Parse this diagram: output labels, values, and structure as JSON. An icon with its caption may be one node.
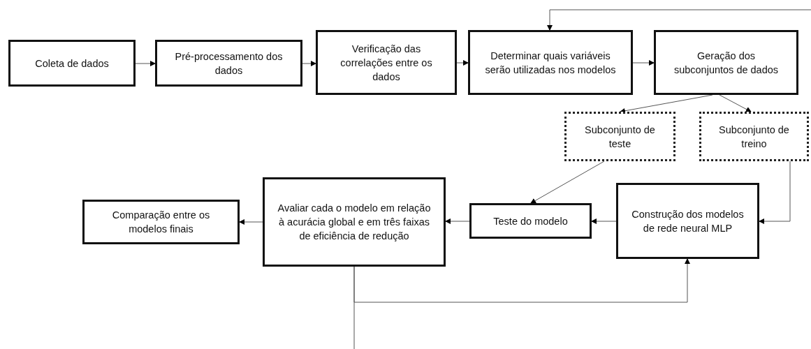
{
  "diagram": {
    "nodes": [
      {
        "text": [
          "Coleta de dados"
        ]
      },
      {
        "text": [
          "Pré-processamento dos dados"
        ]
      },
      {
        "text": [
          "Verificação das correlações entre os dados"
        ]
      },
      {
        "text": [
          "Determinar quais variáveis serão utilizadas nos modelos"
        ]
      },
      {
        "text": [
          "Geração dos subconjuntos de dados"
        ]
      },
      {
        "text": [
          "Subconjunto de teste"
        ]
      },
      {
        "text": [
          "Subconjunto de treino"
        ]
      },
      {
        "text": [
          "Construção dos modelos de rede neural MLP"
        ]
      },
      {
        "text": [
          "Teste do modelo"
        ]
      },
      {
        "text": [
          "Avaliar cada o modelo em relação à acurácia global e em três faixas de eficiência de redução"
        ]
      },
      {
        "text": [
          "Comparação entre os modelos finais"
        ]
      }
    ],
    "edges": [
      {
        "from": 0,
        "to": 1,
        "arrow": "to"
      },
      {
        "from": 1,
        "to": 2,
        "arrow": "to"
      },
      {
        "from": 2,
        "to": 3,
        "arrow": "to"
      },
      {
        "from": 3,
        "to": 4,
        "arrow": "to"
      },
      {
        "from": 4,
        "to": 5,
        "arrow": "to"
      },
      {
        "from": 4,
        "to": 6,
        "arrow": "to"
      },
      {
        "from": 6,
        "to": 7,
        "arrow": "to"
      },
      {
        "from": 5,
        "to": 8,
        "arrow": "to"
      },
      {
        "from": 7,
        "to": 8,
        "arrow": "to"
      },
      {
        "from": 8,
        "to": 9,
        "arrow": "to"
      },
      {
        "from": 9,
        "to": 10,
        "arrow": "to"
      },
      {
        "from": 9,
        "to": 7,
        "arrow": "to"
      },
      {
        "from": 9,
        "to": null,
        "arrow": "none"
      },
      {
        "from": null,
        "to": 3,
        "arrow": "to"
      }
    ]
  }
}
